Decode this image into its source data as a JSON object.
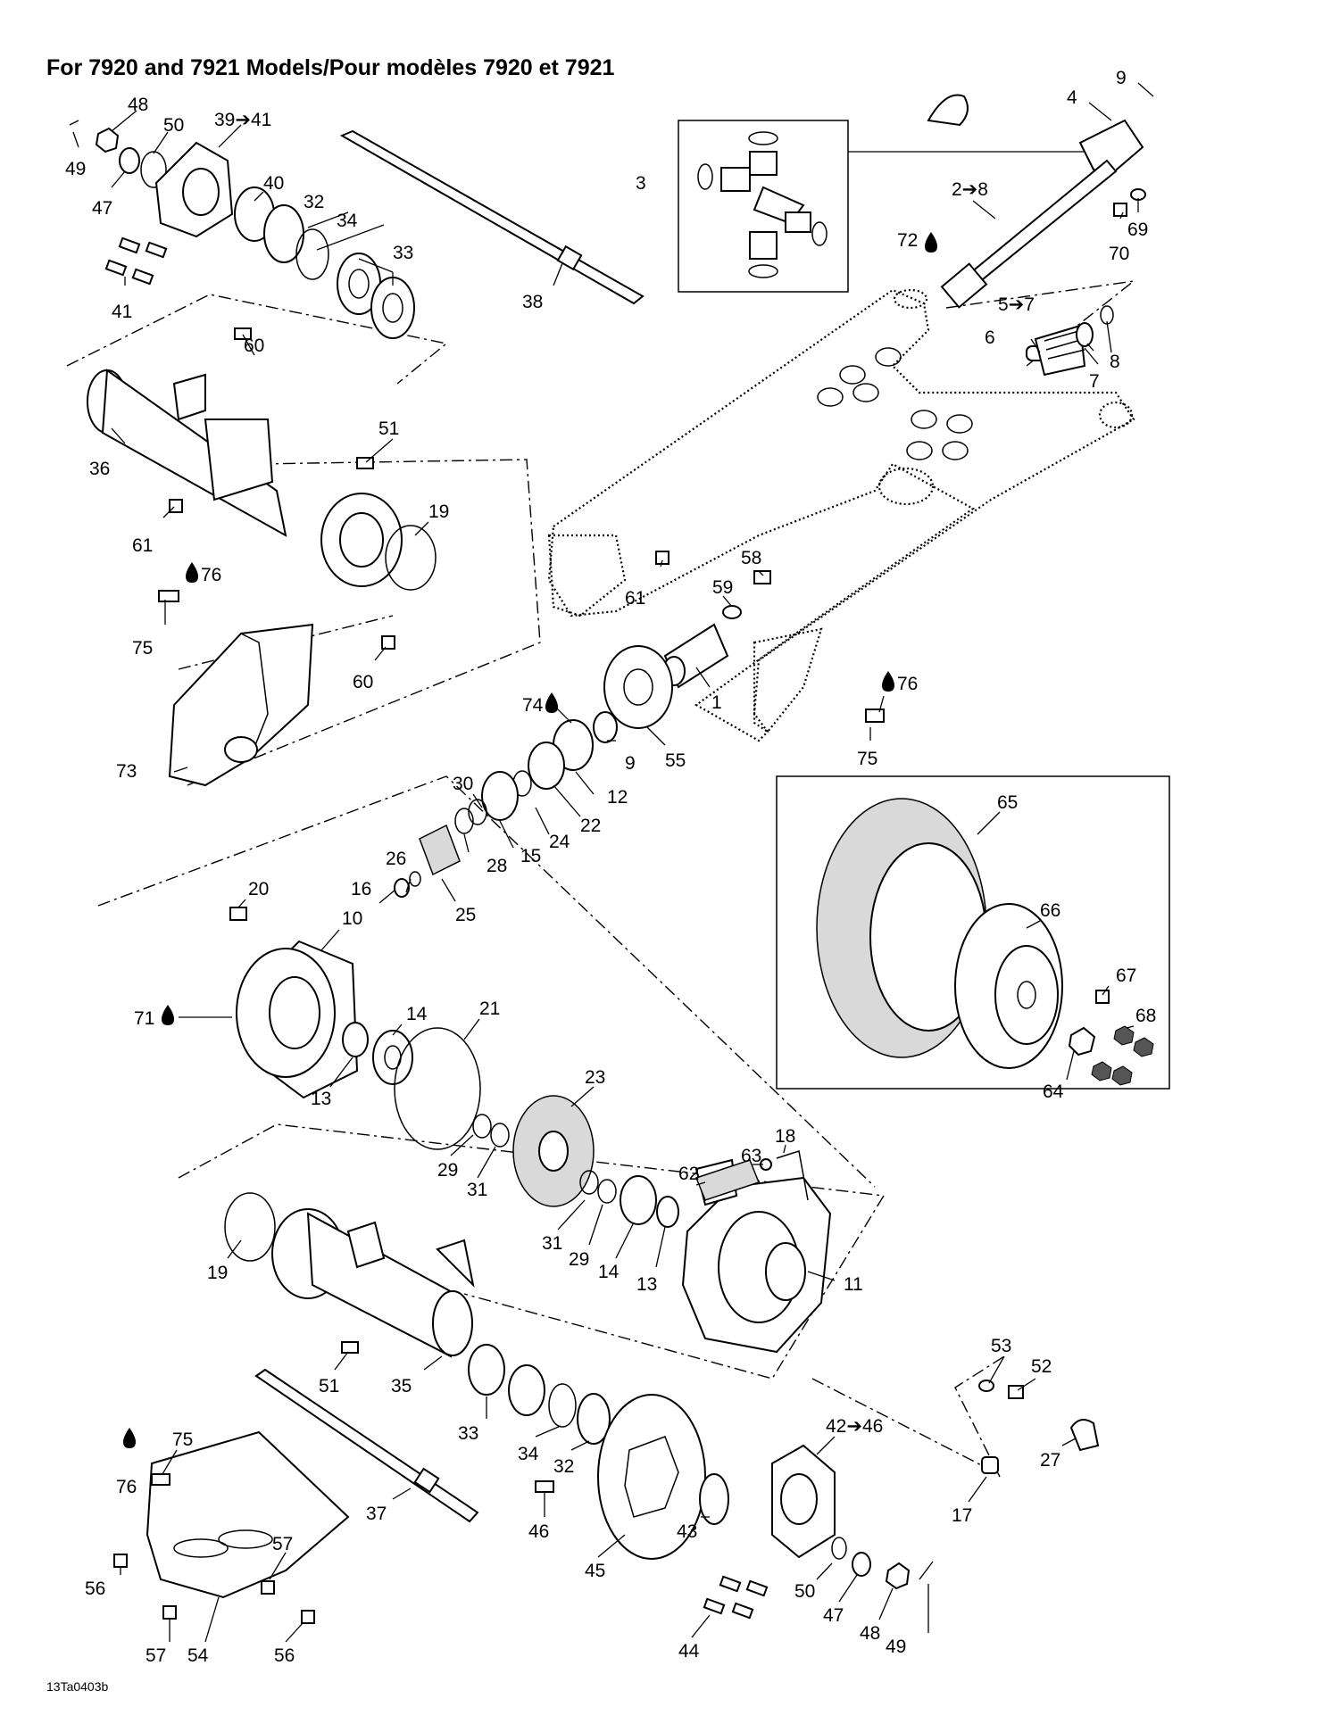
{
  "title": "For 7920 and 7921 Models/Pour modèles 7920 et 7921",
  "figure_id": "13Ta0403b",
  "callouts": [
    {
      "text": "9"
    },
    {
      "text": "4"
    },
    {
      "text": "48"
    },
    {
      "text": "50"
    },
    {
      "text": "39➔41"
    },
    {
      "text": "49"
    },
    {
      "text": "47"
    },
    {
      "text": "40"
    },
    {
      "text": "32"
    },
    {
      "text": "34"
    },
    {
      "text": "33"
    },
    {
      "text": "41"
    },
    {
      "text": "3"
    },
    {
      "text": "2➔8"
    },
    {
      "text": "72"
    },
    {
      "text": "69"
    },
    {
      "text": "70"
    },
    {
      "text": "38"
    },
    {
      "text": "5➔7"
    },
    {
      "text": "6"
    },
    {
      "text": "8"
    },
    {
      "text": "7"
    },
    {
      "text": "60"
    },
    {
      "text": "36"
    },
    {
      "text": "51"
    },
    {
      "text": "19"
    },
    {
      "text": "61"
    },
    {
      "text": "61"
    },
    {
      "text": "58"
    },
    {
      "text": "59"
    },
    {
      "text": "76"
    },
    {
      "text": "75"
    },
    {
      "text": "60"
    },
    {
      "text": "1"
    },
    {
      "text": "76"
    },
    {
      "text": "74"
    },
    {
      "text": "9"
    },
    {
      "text": "55"
    },
    {
      "text": "75"
    },
    {
      "text": "73"
    },
    {
      "text": "12"
    },
    {
      "text": "30"
    },
    {
      "text": "22"
    },
    {
      "text": "24"
    },
    {
      "text": "15"
    },
    {
      "text": "26"
    },
    {
      "text": "28"
    },
    {
      "text": "16"
    },
    {
      "text": "25"
    },
    {
      "text": "20"
    },
    {
      "text": "10"
    },
    {
      "text": "65"
    },
    {
      "text": "66"
    },
    {
      "text": "71"
    },
    {
      "text": "14"
    },
    {
      "text": "21"
    },
    {
      "text": "67"
    },
    {
      "text": "68"
    },
    {
      "text": "13"
    },
    {
      "text": "64"
    },
    {
      "text": "23"
    },
    {
      "text": "29"
    },
    {
      "text": "31"
    },
    {
      "text": "18"
    },
    {
      "text": "63"
    },
    {
      "text": "62"
    },
    {
      "text": "19"
    },
    {
      "text": "31"
    },
    {
      "text": "29"
    },
    {
      "text": "14"
    },
    {
      "text": "13"
    },
    {
      "text": "11"
    },
    {
      "text": "51"
    },
    {
      "text": "35"
    },
    {
      "text": "53"
    },
    {
      "text": "52"
    },
    {
      "text": "33"
    },
    {
      "text": "34"
    },
    {
      "text": "32"
    },
    {
      "text": "42➔46"
    },
    {
      "text": "27"
    },
    {
      "text": "75"
    },
    {
      "text": "17"
    },
    {
      "text": "76"
    },
    {
      "text": "37"
    },
    {
      "text": "46"
    },
    {
      "text": "43"
    },
    {
      "text": "57"
    },
    {
      "text": "45"
    },
    {
      "text": "56"
    },
    {
      "text": "50"
    },
    {
      "text": "47"
    },
    {
      "text": "48"
    },
    {
      "text": "49"
    },
    {
      "text": "44"
    },
    {
      "text": "57"
    },
    {
      "text": "54"
    },
    {
      "text": "56"
    }
  ]
}
